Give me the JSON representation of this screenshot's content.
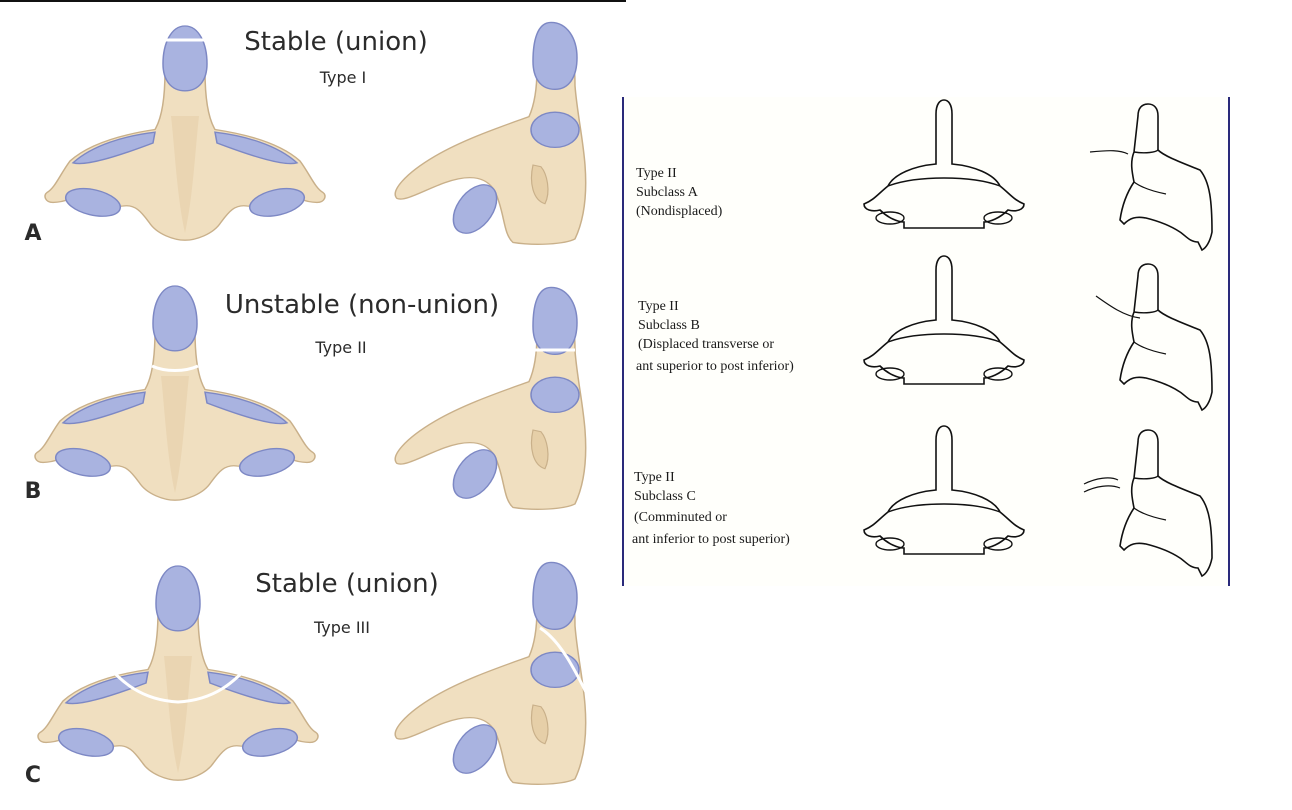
{
  "left_panel": {
    "rows": [
      {
        "letter": "A",
        "title": "Stable (union)",
        "subtitle": "Type I"
      },
      {
        "letter": "B",
        "title": "Unstable (non-union)",
        "subtitle": "Type II"
      },
      {
        "letter": "C",
        "title": "Stable (union)",
        "subtitle": "Type III"
      }
    ]
  },
  "right_panel": {
    "rows": [
      {
        "lines": [
          "Type II",
          "Subclass A",
          "(Nondisplaced)"
        ]
      },
      {
        "lines": [
          "Type II",
          "Subclass B",
          "(Displaced transverse or",
          "ant superior to post inferior)"
        ]
      },
      {
        "lines": [
          "Type II",
          "Subclass C",
          "(Comminuted or",
          "ant inferior to post superior)"
        ]
      }
    ]
  },
  "colors": {
    "bone": "#f0dfc0",
    "bone_shade": "#e6cfa8",
    "bone_edge": "#c9b08a",
    "cartilage": "#a9b3e0",
    "cartilage_edge": "#7d88c4",
    "frame": "#2a2a7a"
  }
}
